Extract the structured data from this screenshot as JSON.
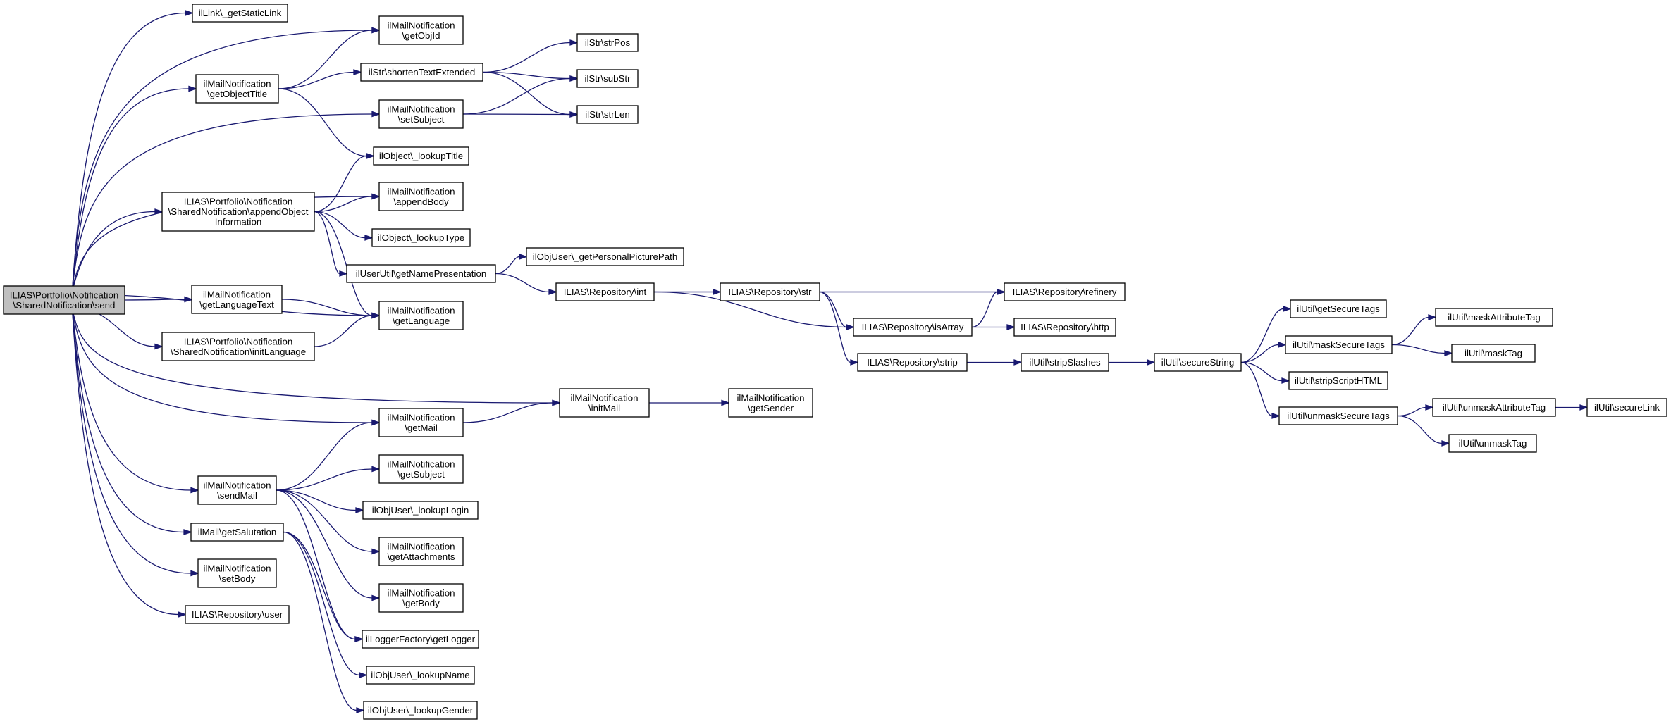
{
  "diagram": {
    "type": "call-graph",
    "colors": {
      "edge": "#191970",
      "root_fill": "#bfbfbf",
      "node_fill": "#ffffff",
      "border": "#000000"
    },
    "nodes": [
      {
        "id": "send",
        "lines": [
          "ILIAS\\Portfolio\\Notification",
          "\\SharedNotification\\send"
        ],
        "root": true
      },
      {
        "id": "getStaticLink",
        "lines": [
          "ilLink\\_getStaticLink"
        ]
      },
      {
        "id": "getObjId",
        "lines": [
          "ilMailNotification",
          "\\getObjId"
        ]
      },
      {
        "id": "getObjectTitle",
        "lines": [
          "ilMailNotification",
          "\\getObjectTitle"
        ]
      },
      {
        "id": "shortenTextExtended",
        "lines": [
          "ilStr\\shortenTextExtended"
        ]
      },
      {
        "id": "strPos",
        "lines": [
          "ilStr\\strPos"
        ]
      },
      {
        "id": "subStr",
        "lines": [
          "ilStr\\subStr"
        ]
      },
      {
        "id": "strLen",
        "lines": [
          "ilStr\\strLen"
        ]
      },
      {
        "id": "setSubject",
        "lines": [
          "ilMailNotification",
          "\\setSubject"
        ]
      },
      {
        "id": "lookupTitle",
        "lines": [
          "ilObject\\_lookupTitle"
        ]
      },
      {
        "id": "appendObjectInformation",
        "lines": [
          "ILIAS\\Portfolio\\Notification",
          "\\SharedNotification\\appendObject",
          "Information"
        ]
      },
      {
        "id": "appendBody",
        "lines": [
          "ilMailNotification",
          "\\appendBody"
        ]
      },
      {
        "id": "lookupType",
        "lines": [
          "ilObject\\_lookupType"
        ]
      },
      {
        "id": "getPersonalPicturePath",
        "lines": [
          "ilObjUser\\_getPersonalPicturePath"
        ]
      },
      {
        "id": "getNamePresentation",
        "lines": [
          "ilUserUtil\\getNamePresentation"
        ]
      },
      {
        "id": "repoInt",
        "lines": [
          "ILIAS\\Repository\\int"
        ]
      },
      {
        "id": "repoStr",
        "lines": [
          "ILIAS\\Repository\\str"
        ]
      },
      {
        "id": "refinery",
        "lines": [
          "ILIAS\\Repository\\refinery"
        ]
      },
      {
        "id": "isArray",
        "lines": [
          "ILIAS\\Repository\\isArray"
        ]
      },
      {
        "id": "http",
        "lines": [
          "ILIAS\\Repository\\http"
        ]
      },
      {
        "id": "repoStrip",
        "lines": [
          "ILIAS\\Repository\\strip"
        ]
      },
      {
        "id": "stripSlashes",
        "lines": [
          "ilUtil\\stripSlashes"
        ]
      },
      {
        "id": "secureString",
        "lines": [
          "ilUtil\\secureString"
        ]
      },
      {
        "id": "getSecureTags",
        "lines": [
          "ilUtil\\getSecureTags"
        ]
      },
      {
        "id": "maskSecureTags",
        "lines": [
          "ilUtil\\maskSecureTags"
        ]
      },
      {
        "id": "maskAttributeTag",
        "lines": [
          "ilUtil\\maskAttributeTag"
        ]
      },
      {
        "id": "maskTag",
        "lines": [
          "ilUtil\\maskTag"
        ]
      },
      {
        "id": "stripScriptHTML",
        "lines": [
          "ilUtil\\stripScriptHTML"
        ]
      },
      {
        "id": "unmaskSecureTags",
        "lines": [
          "ilUtil\\unmaskSecureTags"
        ]
      },
      {
        "id": "unmaskAttributeTag",
        "lines": [
          "ilUtil\\unmaskAttributeTag"
        ]
      },
      {
        "id": "secureLink",
        "lines": [
          "ilUtil\\secureLink"
        ]
      },
      {
        "id": "unmaskTag",
        "lines": [
          "ilUtil\\unmaskTag"
        ]
      },
      {
        "id": "getLanguageText",
        "lines": [
          "ilMailNotification",
          "\\getLanguageText"
        ]
      },
      {
        "id": "getLanguage",
        "lines": [
          "ilMailNotification",
          "\\getLanguage"
        ]
      },
      {
        "id": "initLanguage",
        "lines": [
          "ILIAS\\Portfolio\\Notification",
          "\\SharedNotification\\initLanguage"
        ]
      },
      {
        "id": "initMail",
        "lines": [
          "ilMailNotification",
          "\\initMail"
        ]
      },
      {
        "id": "getSender",
        "lines": [
          "ilMailNotification",
          "\\getSender"
        ]
      },
      {
        "id": "getMail",
        "lines": [
          "ilMailNotification",
          "\\getMail"
        ]
      },
      {
        "id": "sendMail",
        "lines": [
          "ilMailNotification",
          "\\sendMail"
        ]
      },
      {
        "id": "getSubject",
        "lines": [
          "ilMailNotification",
          "\\getSubject"
        ]
      },
      {
        "id": "lookupLogin",
        "lines": [
          "ilObjUser\\_lookupLogin"
        ]
      },
      {
        "id": "getSalutation",
        "lines": [
          "ilMail\\getSalutation"
        ]
      },
      {
        "id": "getAttachments",
        "lines": [
          "ilMailNotification",
          "\\getAttachments"
        ]
      },
      {
        "id": "setBody",
        "lines": [
          "ilMailNotification",
          "\\setBody"
        ]
      },
      {
        "id": "getBody",
        "lines": [
          "ilMailNotification",
          "\\getBody"
        ]
      },
      {
        "id": "repoUser",
        "lines": [
          "ILIAS\\Repository\\user"
        ]
      },
      {
        "id": "getLogger",
        "lines": [
          "ilLoggerFactory\\getLogger"
        ]
      },
      {
        "id": "lookupName",
        "lines": [
          "ilObjUser\\_lookupName"
        ]
      },
      {
        "id": "lookupGender",
        "lines": [
          "ilObjUser\\_lookupGender"
        ]
      }
    ],
    "edges": [
      [
        "send",
        "getStaticLink"
      ],
      [
        "send",
        "getObjId"
      ],
      [
        "send",
        "getObjectTitle"
      ],
      [
        "send",
        "setSubject"
      ],
      [
        "send",
        "appendBody"
      ],
      [
        "send",
        "appendObjectInformation"
      ],
      [
        "send",
        "getLanguage"
      ],
      [
        "send",
        "getLanguageText"
      ],
      [
        "send",
        "initLanguage"
      ],
      [
        "send",
        "initMail"
      ],
      [
        "send",
        "getMail"
      ],
      [
        "send",
        "sendMail"
      ],
      [
        "send",
        "getSalutation"
      ],
      [
        "send",
        "setBody"
      ],
      [
        "send",
        "repoUser"
      ],
      [
        "getObjectTitle",
        "getObjId"
      ],
      [
        "getObjectTitle",
        "shortenTextExtended"
      ],
      [
        "getObjectTitle",
        "lookupTitle"
      ],
      [
        "shortenTextExtended",
        "strPos"
      ],
      [
        "shortenTextExtended",
        "subStr"
      ],
      [
        "shortenTextExtended",
        "strLen"
      ],
      [
        "setSubject",
        "subStr"
      ],
      [
        "setSubject",
        "strLen"
      ],
      [
        "appendObjectInformation",
        "lookupTitle"
      ],
      [
        "appendObjectInformation",
        "appendBody"
      ],
      [
        "appendObjectInformation",
        "lookupType"
      ],
      [
        "appendObjectInformation",
        "getNamePresentation"
      ],
      [
        "appendObjectInformation",
        "getLanguage"
      ],
      [
        "getNamePresentation",
        "getPersonalPicturePath"
      ],
      [
        "getNamePresentation",
        "repoInt"
      ],
      [
        "repoInt",
        "refinery"
      ],
      [
        "repoInt",
        "repoStr"
      ],
      [
        "repoInt",
        "isArray"
      ],
      [
        "repoStr",
        "refinery"
      ],
      [
        "repoStr",
        "isArray"
      ],
      [
        "repoStr",
        "repoStrip"
      ],
      [
        "isArray",
        "refinery"
      ],
      [
        "isArray",
        "http"
      ],
      [
        "repoStrip",
        "stripSlashes"
      ],
      [
        "stripSlashes",
        "secureString"
      ],
      [
        "secureString",
        "getSecureTags"
      ],
      [
        "secureString",
        "maskSecureTags"
      ],
      [
        "secureString",
        "stripScriptHTML"
      ],
      [
        "secureString",
        "unmaskSecureTags"
      ],
      [
        "maskSecureTags",
        "maskAttributeTag"
      ],
      [
        "maskSecureTags",
        "maskTag"
      ],
      [
        "unmaskSecureTags",
        "unmaskAttributeTag"
      ],
      [
        "unmaskSecureTags",
        "unmaskTag"
      ],
      [
        "unmaskAttributeTag",
        "secureLink"
      ],
      [
        "getLanguageText",
        "getLanguage"
      ],
      [
        "initLanguage",
        "getLanguage"
      ],
      [
        "initMail",
        "getSender"
      ],
      [
        "getMail",
        "initMail"
      ],
      [
        "sendMail",
        "getMail"
      ],
      [
        "sendMail",
        "getSubject"
      ],
      [
        "sendMail",
        "lookupLogin"
      ],
      [
        "sendMail",
        "getAttachments"
      ],
      [
        "sendMail",
        "getBody"
      ],
      [
        "sendMail",
        "getLogger"
      ],
      [
        "getSalutation",
        "getLogger"
      ],
      [
        "getSalutation",
        "lookupName"
      ],
      [
        "getSalutation",
        "lookupGender"
      ]
    ]
  }
}
